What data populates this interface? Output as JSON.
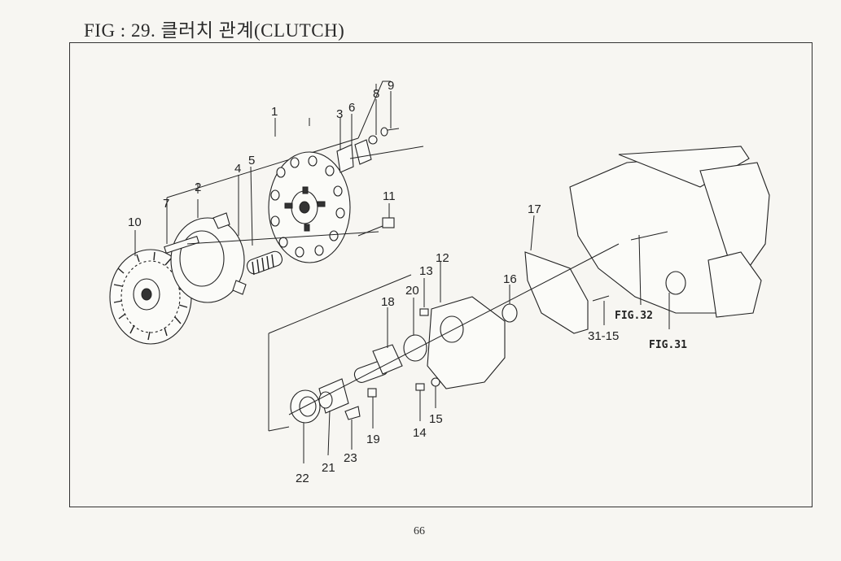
{
  "title": "FIG : 29. 클러치 관계(CLUTCH)",
  "page_number": "66",
  "callouts": [
    {
      "id": "c1",
      "label": "1"
    },
    {
      "id": "c2",
      "label": "2"
    },
    {
      "id": "c3",
      "label": "3"
    },
    {
      "id": "c4",
      "label": "4"
    },
    {
      "id": "c5",
      "label": "5"
    },
    {
      "id": "c6",
      "label": "6"
    },
    {
      "id": "c7",
      "label": "7"
    },
    {
      "id": "c8",
      "label": "8"
    },
    {
      "id": "c9",
      "label": "9"
    },
    {
      "id": "c10",
      "label": "10"
    },
    {
      "id": "c11",
      "label": "11"
    },
    {
      "id": "c12",
      "label": "12"
    },
    {
      "id": "c13",
      "label": "13"
    },
    {
      "id": "c14",
      "label": "14"
    },
    {
      "id": "c15",
      "label": "15"
    },
    {
      "id": "c16",
      "label": "16"
    },
    {
      "id": "c17",
      "label": "17"
    },
    {
      "id": "c18",
      "label": "18"
    },
    {
      "id": "c19",
      "label": "19"
    },
    {
      "id": "c20",
      "label": "20"
    },
    {
      "id": "c21",
      "label": "21"
    },
    {
      "id": "c22",
      "label": "22"
    },
    {
      "id": "c23",
      "label": "23"
    },
    {
      "id": "c31_15",
      "label": "31-15"
    }
  ],
  "figure_refs": [
    {
      "id": "fig32",
      "label": "FIG.32"
    },
    {
      "id": "fig31",
      "label": "FIG.31"
    }
  ]
}
